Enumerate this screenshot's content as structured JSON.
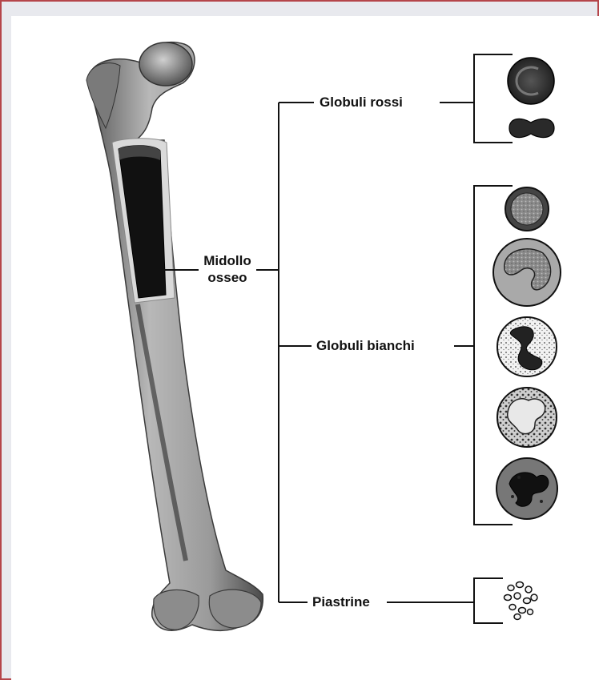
{
  "labels": {
    "marrow_line1": "Midollo",
    "marrow_line2": "osseo",
    "red_cells": "Globuli rossi",
    "white_cells": "Globuli bianchi",
    "platelets": "Piastrine"
  },
  "colors": {
    "frame_border": "#b5454a",
    "frame_background": "#e8e9ee",
    "panel_background": "#ffffff",
    "line": "#111111",
    "bone_light": "#bdbdbd",
    "bone_dark": "#5e5e5e",
    "marrow": "#111111"
  },
  "icons": [
    "femur-bone-icon",
    "red-blood-cell-front-icon",
    "red-blood-cell-side-icon",
    "lymphocyte-icon",
    "monocyte-icon",
    "neutrophil-icon",
    "eosinophil-icon",
    "basophil-icon",
    "platelets-icon"
  ]
}
